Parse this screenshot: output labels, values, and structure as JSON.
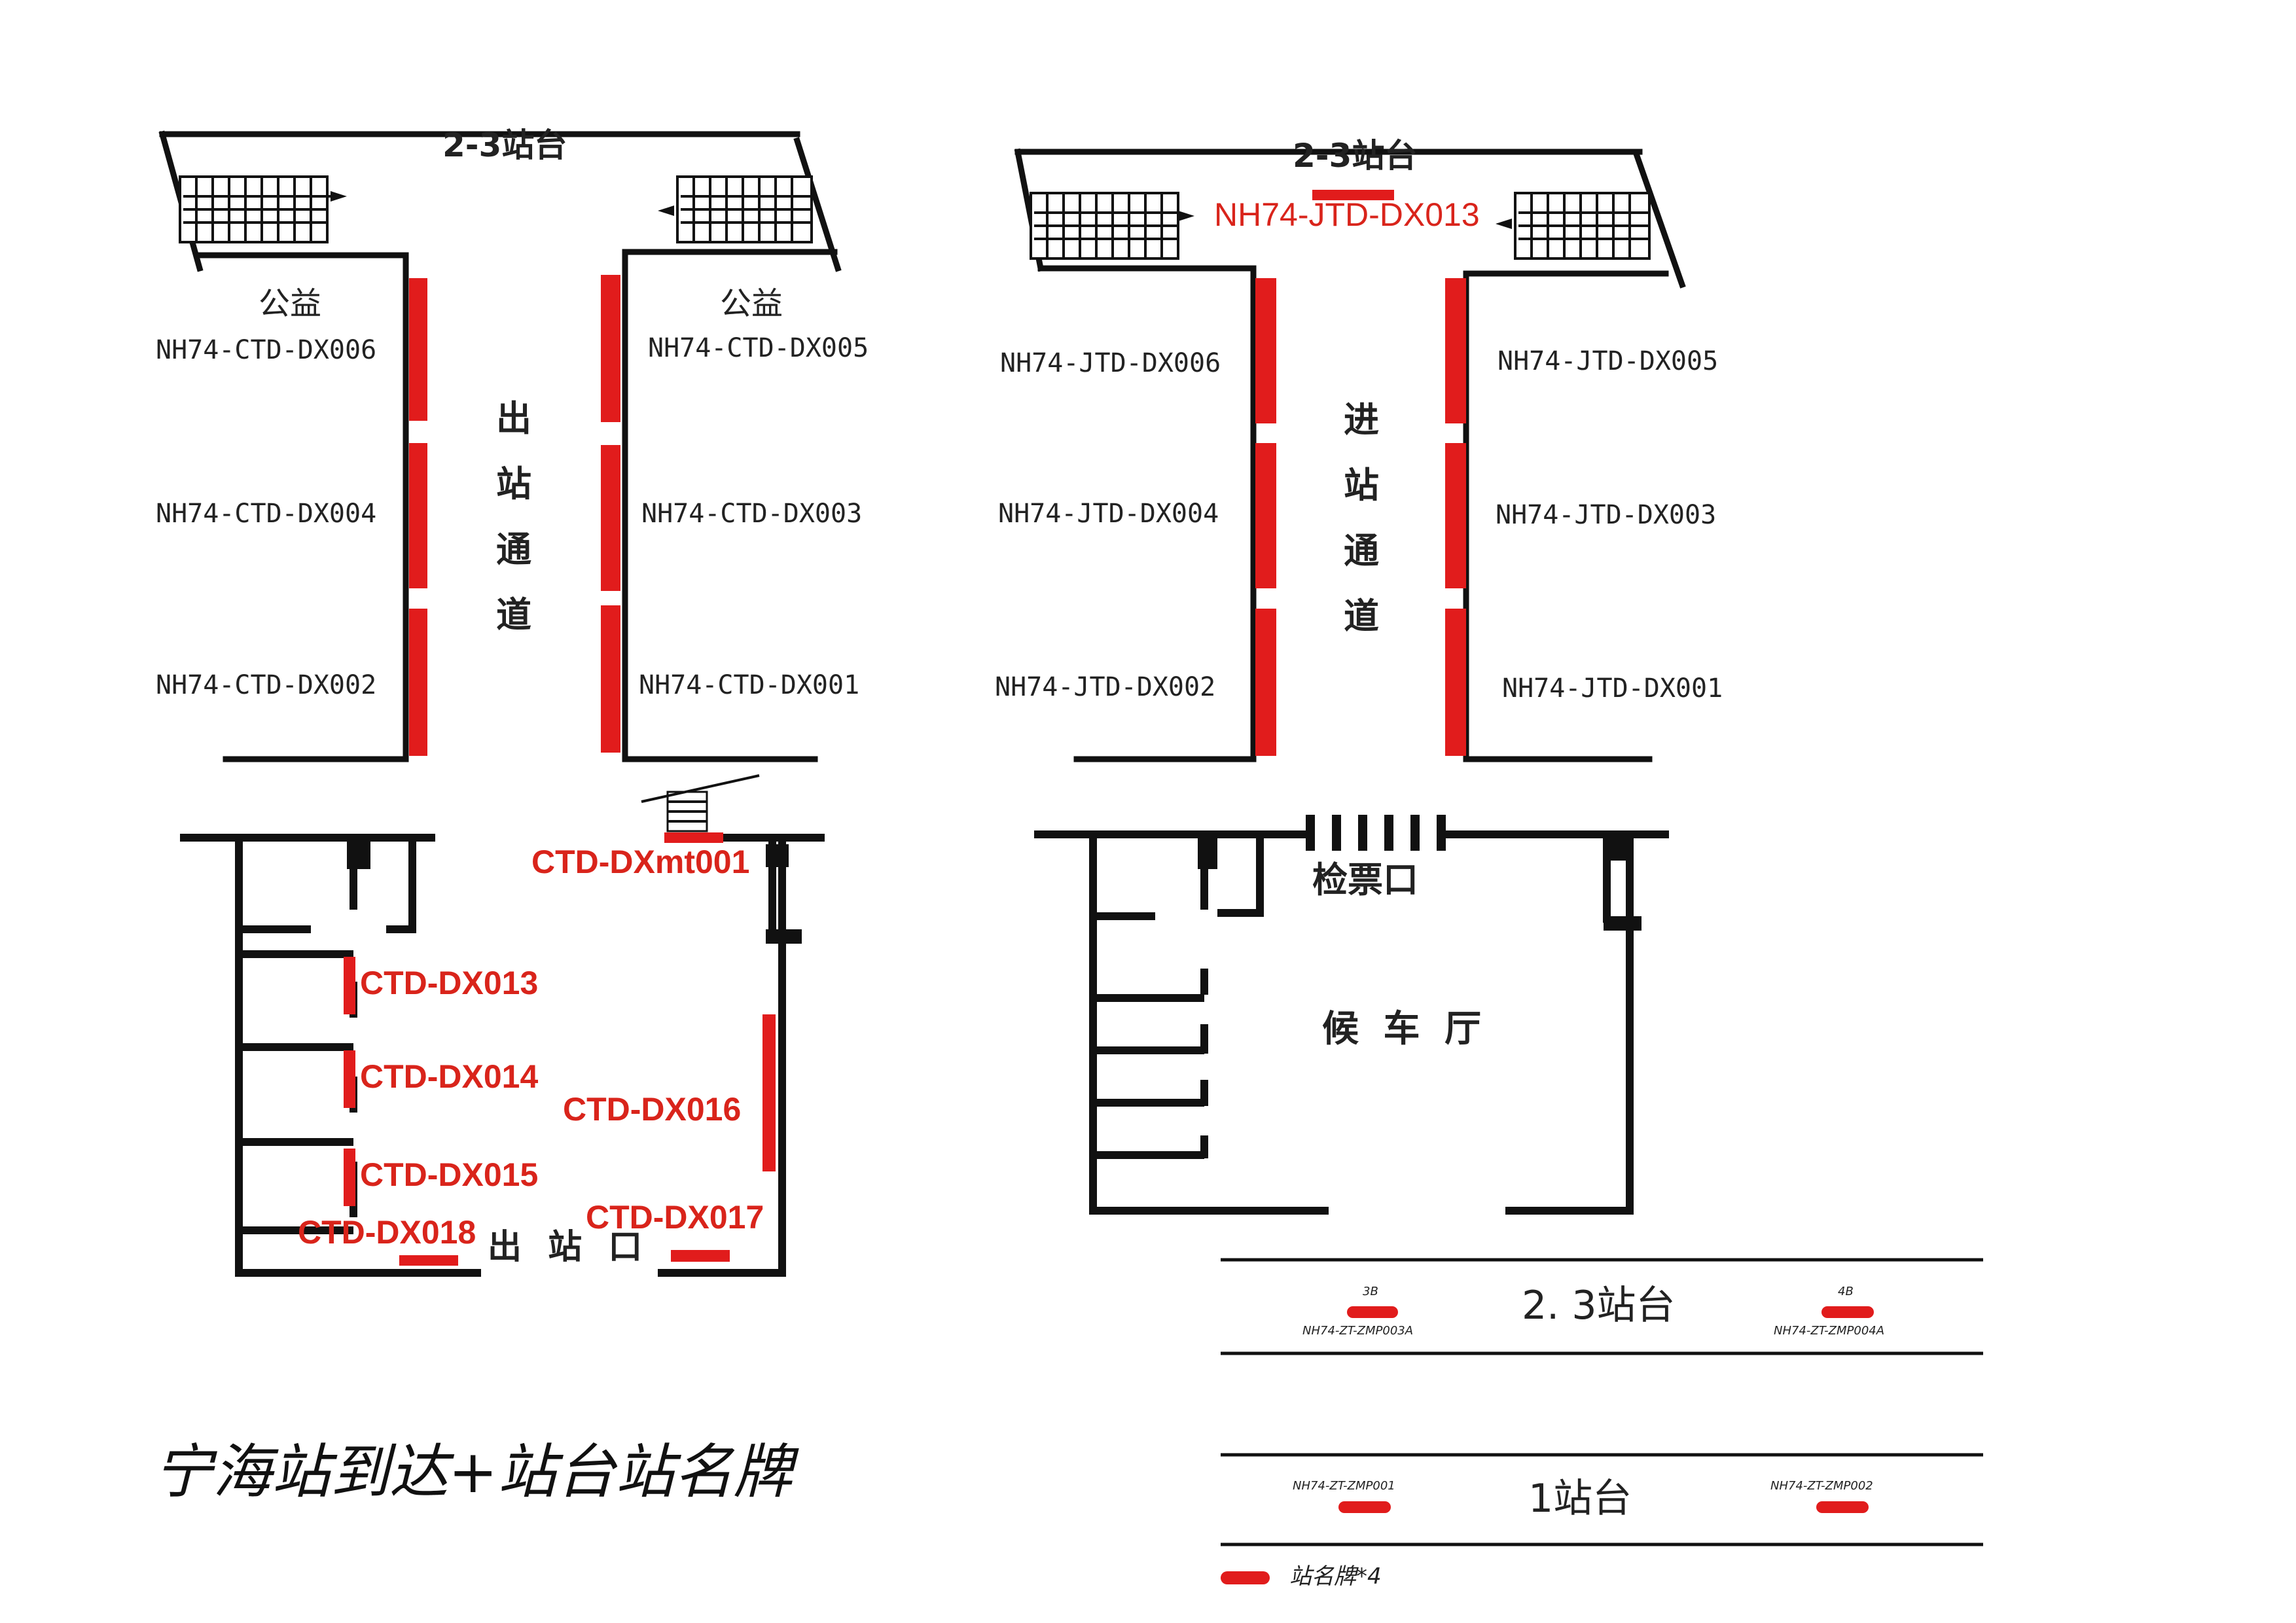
{
  "left_plan": {
    "platform_label": "2-3站台",
    "gongyi_left": "公益",
    "gongyi_right": "公益",
    "codes_left": [
      "NH74-CTD-DX006",
      "NH74-CTD-DX004",
      "NH74-CTD-DX002"
    ],
    "codes_right": [
      "NH74-CTD-DX005",
      "NH74-CTD-DX003",
      "NH74-CTD-DX001"
    ],
    "corridor_label": [
      "出",
      "站",
      "通",
      "道"
    ],
    "mt_code": "CTD-DXmt001",
    "lower_codes": [
      "CTD-DX013",
      "CTD-DX014",
      "CTD-DX015",
      "CTD-DX016",
      "CTD-DX018",
      "CTD-DX017"
    ],
    "exit_label": "出 站 口"
  },
  "right_plan": {
    "platform_label": "2-3站台",
    "top_code": "NH74-JTD-DX013",
    "codes_left": [
      "NH74-JTD-DX006",
      "NH74-JTD-DX004",
      "NH74-JTD-DX002"
    ],
    "codes_right": [
      "NH74-JTD-DX005",
      "NH74-JTD-DX003",
      "NH74-JTD-DX001"
    ],
    "corridor_label": [
      "进",
      "站",
      "通",
      "道"
    ],
    "gate_label": "检票口",
    "hall_label": "候 车 厅"
  },
  "platforms": {
    "upper_name": "2. 3站台",
    "upper_left_tag": "3B",
    "upper_left_code": "NH74-ZT-ZMP003A",
    "upper_right_tag": "4B",
    "upper_right_code": "NH74-ZT-ZMP004A",
    "lower_name": "1站台",
    "lower_left_code": "NH74-ZT-ZMP001",
    "lower_right_code": "NH74-ZT-ZMP002"
  },
  "legend": {
    "label": "站名牌*4",
    "color": "#e11c1c"
  },
  "title": "宁海站到达+站台站名牌"
}
